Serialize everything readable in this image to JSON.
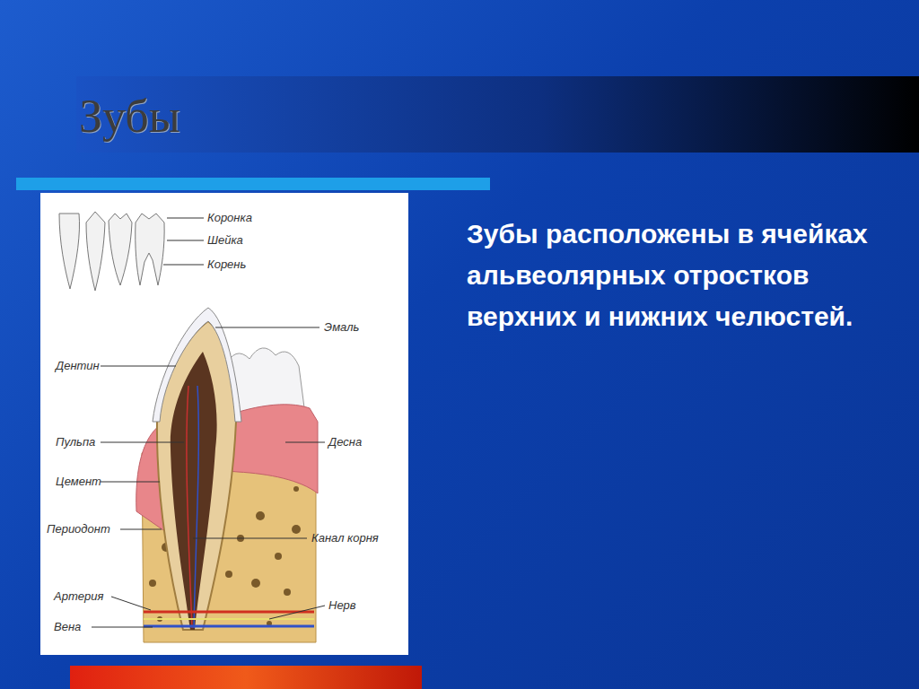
{
  "diagram": {
    "title": "Зубы",
    "labels": [
      "Коронка",
      "Шейка",
      "Корень",
      "Эмаль",
      "Дентин",
      "Пульпа",
      "Десна",
      "Цемент",
      "Периодонт",
      "Канал корня",
      "Артерия",
      "Нерв",
      "Вена",
      "Зубы расположены в ячейках альвеолярных отростков верхних и нижних челюстей."
    ]
  }
}
